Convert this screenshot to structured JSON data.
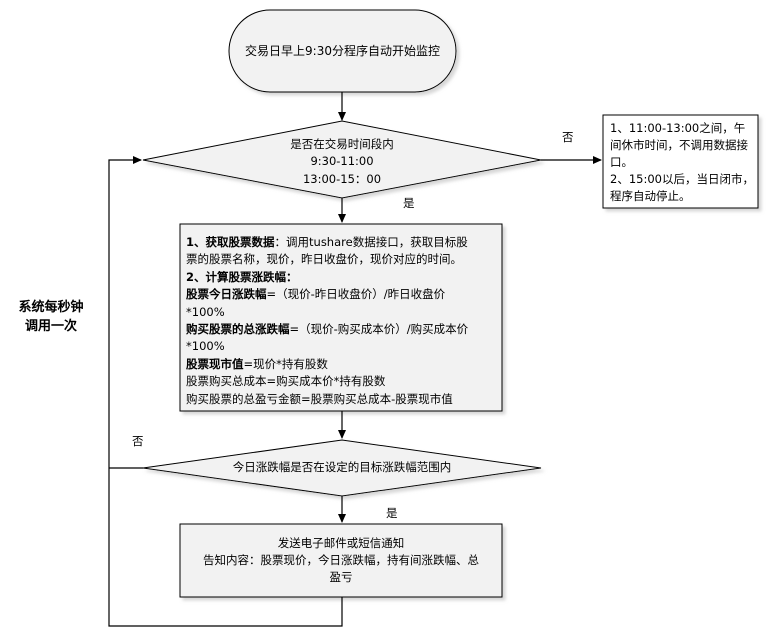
{
  "start": "交易日早上9:30分程序自动开始监控",
  "decision1": {
    "line1": "是否在交易时间段内",
    "line2": "9:30-11:00",
    "line3": "13:00-15：00",
    "no_label": "否",
    "yes_label": "是"
  },
  "note": {
    "line1": "1、11:00-13:00之间，午间休市时间，不调用数据接口。",
    "line2": "2、15:00以后，当日闭市，程序自动停止。"
  },
  "loop_label": {
    "line1": "系统每秒钟",
    "line2": "调用一次"
  },
  "process": {
    "l1_bold": "1、获取股票数据",
    "l1_rest": "：调用tushare数据接口，获取目标股",
    "l2": "票的股票名称，现价，昨日收盘价，现价对应的时间。",
    "l3_bold": "2、计算股票涨跌幅：",
    "l4_bold": "股票今日涨跌幅",
    "l4_rest": "=（现价-昨日收盘价）/昨日收盘价",
    "l5": "*100%",
    "l6_bold": "购买股票的总涨跌幅",
    "l6_rest": "=（现价-购买成本价）/购买成本价",
    "l7": "*100%",
    "l8_bold": "股票现市值",
    "l8_rest": "=现价*持有股数",
    "l9": "股票购买总成本=购买成本价*持有股数",
    "l10": "购买股票的总盈亏金额=股票购买总成本-股票现市值"
  },
  "decision2": {
    "text": "今日涨跌幅是否在设定的目标涨跌幅范围内",
    "no_label": "否",
    "yes_label": "是"
  },
  "notify": {
    "line1": "发送电子邮件或短信通知",
    "line2": "告知内容：股票现价，今日涨跌幅，持有间涨跌幅、总",
    "line3": "盈亏"
  },
  "colors": {
    "fill": "#f2f2f2",
    "stroke": "#000000"
  }
}
